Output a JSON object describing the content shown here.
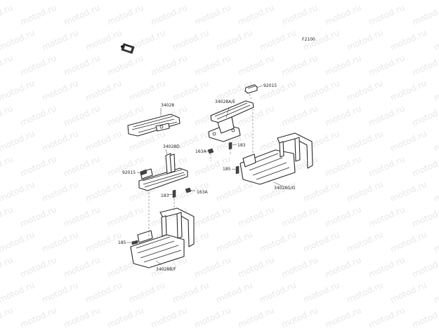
{
  "watermark": "motod.ru",
  "figure_code": "F2100",
  "front_icon": "front-direction-icon",
  "part_labels": {
    "p34028": "34028",
    "p34028AE": "34028A/E",
    "p92015_top": "92015",
    "p34028D": "34028D",
    "p92015_left": "92015",
    "p163A_a": "163A",
    "p183_a": "183",
    "p185_right": "185",
    "p34028G": "34028G/G",
    "p183_b": "183",
    "p163A_b": "163A",
    "p185_left": "185",
    "p34028BF": "34028B/F"
  }
}
